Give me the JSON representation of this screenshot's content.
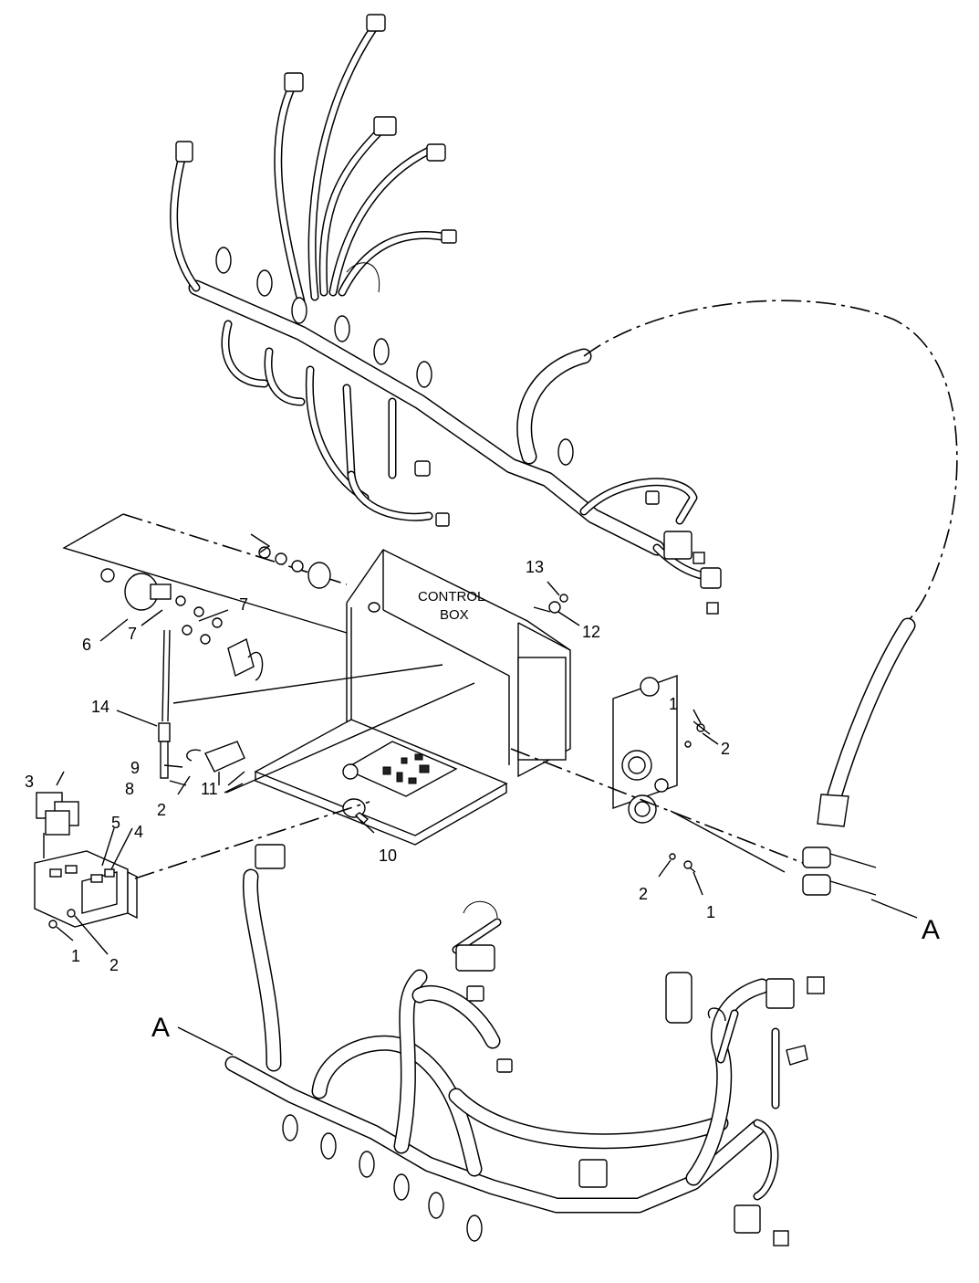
{
  "control_box": {
    "line1": "CONTROL",
    "line2": "BOX"
  },
  "connection_label": "A",
  "callouts": {
    "c1a": "1",
    "c1b": "1",
    "c1c": "1",
    "c2a": "2",
    "c2b": "2",
    "c2c": "2",
    "c2d": "2",
    "c3": "3",
    "c4": "4",
    "c5": "5",
    "c6": "6",
    "c7a": "7",
    "c7b": "7",
    "c8": "8",
    "c9": "9",
    "c10": "10",
    "c11": "11",
    "c12": "12",
    "c13": "13",
    "c14": "14"
  }
}
